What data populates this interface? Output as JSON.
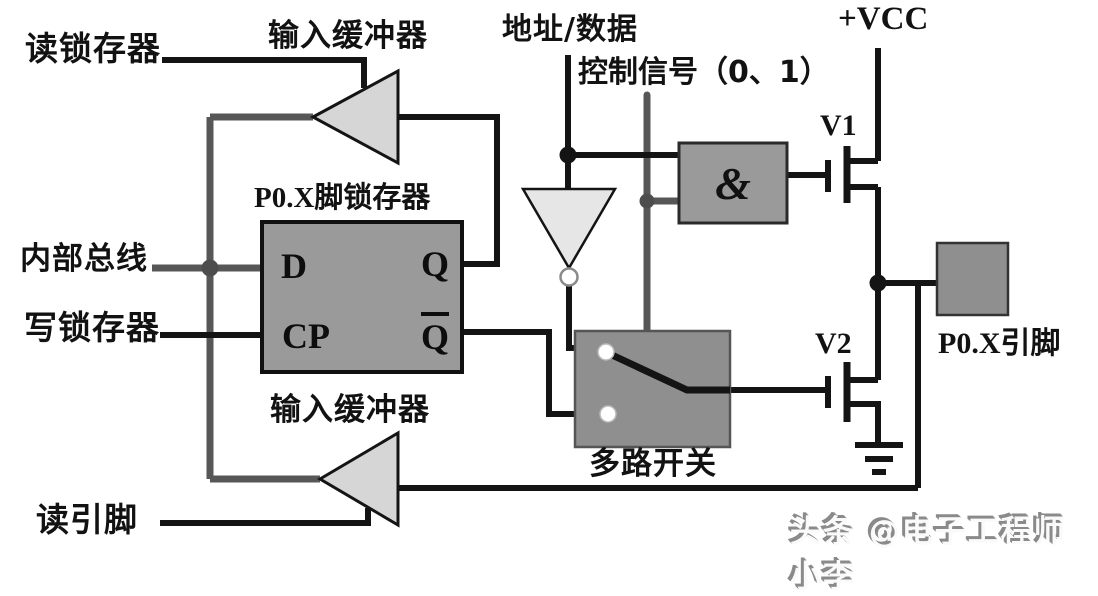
{
  "diagram": {
    "labels": {
      "read_latch": "读锁存器",
      "input_buffer_top": "输入缓冲器",
      "input_buffer_bottom": "输入缓冲器",
      "address_data": "地址/数据",
      "control_signal": "控制信号（0、1）",
      "vcc": "+VCC",
      "v1": "V1",
      "v2": "V2",
      "latch_title": "P0.X脚锁存器",
      "pin_d": "D",
      "pin_q": "Q",
      "pin_cp": "CP",
      "pin_qbar": "Q",
      "internal_bus": "内部总线",
      "write_latch": "写锁存器",
      "and_gate": "&",
      "mux": "多路开关",
      "pin": "P0.X引脚",
      "read_pin": "读引脚",
      "watermark": "头条 @电子工程师小李"
    },
    "colors": {
      "wire_black": "#141414",
      "bus_gray": "#575757",
      "box_fill": "#9a9a9a",
      "mux_fill": "#8f8f8f",
      "buffer_fill": "#d6d6d6",
      "inverter_fill": "#e6e6e6",
      "contact_white": "#ffffff",
      "background": "#ffffff"
    }
  }
}
